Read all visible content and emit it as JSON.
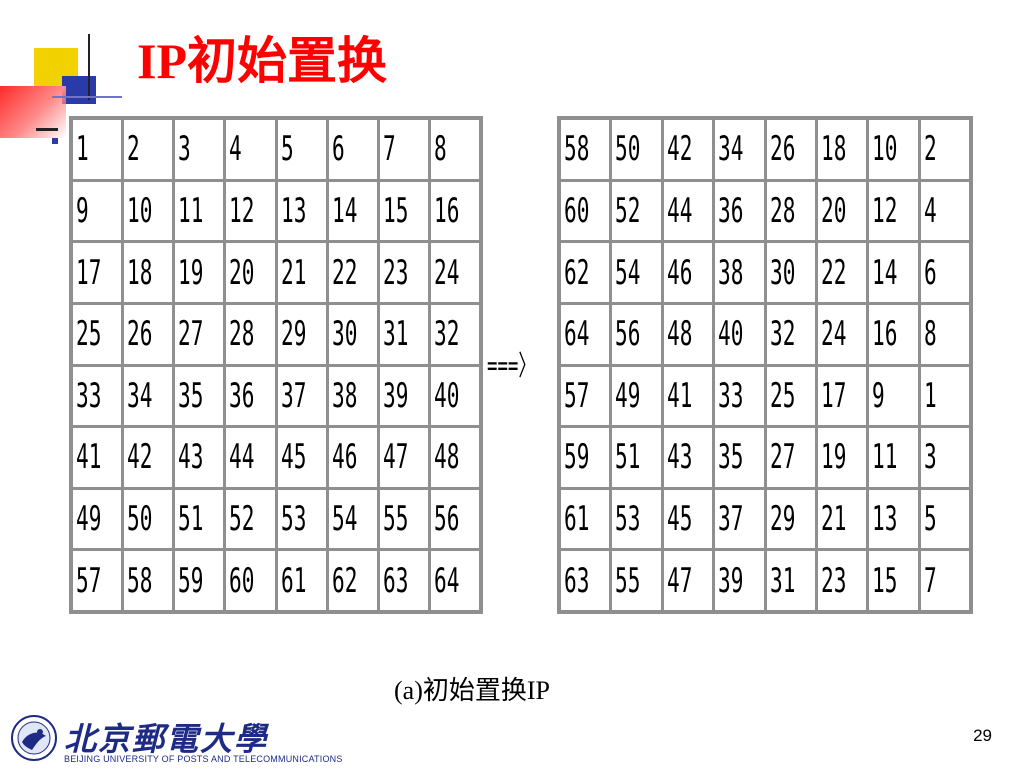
{
  "slide": {
    "title": "IP初始置换",
    "caption": "(a)初始置换IP",
    "arrow": "===〉",
    "page_number": "29"
  },
  "logo": {
    "name_cn": "北京郵電大學",
    "name_en": "BEIJING UNIVERSITY OF POSTS AND TELECOMMUNICATIONS"
  },
  "tables": {
    "input": [
      [
        "1",
        "2",
        "3",
        "4",
        "5",
        "6",
        "7",
        "8"
      ],
      [
        "9",
        "10",
        "11",
        "12",
        "13",
        "14",
        "15",
        "16"
      ],
      [
        "17",
        "18",
        "19",
        "20",
        "21",
        "22",
        "23",
        "24"
      ],
      [
        "25",
        "26",
        "27",
        "28",
        "29",
        "30",
        "31",
        "32"
      ],
      [
        "33",
        "34",
        "35",
        "36",
        "37",
        "38",
        "39",
        "40"
      ],
      [
        "41",
        "42",
        "43",
        "44",
        "45",
        "46",
        "47",
        "48"
      ],
      [
        "49",
        "50",
        "51",
        "52",
        "53",
        "54",
        "55",
        "56"
      ],
      [
        "57",
        "58",
        "59",
        "60",
        "61",
        "62",
        "63",
        "64"
      ]
    ],
    "output": [
      [
        "58",
        "50",
        "42",
        "34",
        "26",
        "18",
        "10",
        "2"
      ],
      [
        "60",
        "52",
        "44",
        "36",
        "28",
        "20",
        "12",
        "4"
      ],
      [
        "62",
        "54",
        "46",
        "38",
        "30",
        "22",
        "14",
        "6"
      ],
      [
        "64",
        "56",
        "48",
        "40",
        "32",
        "24",
        "16",
        "8"
      ],
      [
        "57",
        "49",
        "41",
        "33",
        "25",
        "17",
        "9",
        "1"
      ],
      [
        "59",
        "51",
        "43",
        "35",
        "27",
        "19",
        "11",
        "3"
      ],
      [
        "61",
        "53",
        "45",
        "37",
        "29",
        "21",
        "13",
        "5"
      ],
      [
        "63",
        "55",
        "47",
        "39",
        "31",
        "23",
        "15",
        "7"
      ]
    ]
  },
  "colors": {
    "title": "#ff0000",
    "logo": "#1e2b86",
    "table_border": "#8f8f8f",
    "accent_yellow": "#f2d100",
    "accent_blue": "#2a3aa8",
    "accent_red": "#ff2a2a"
  }
}
